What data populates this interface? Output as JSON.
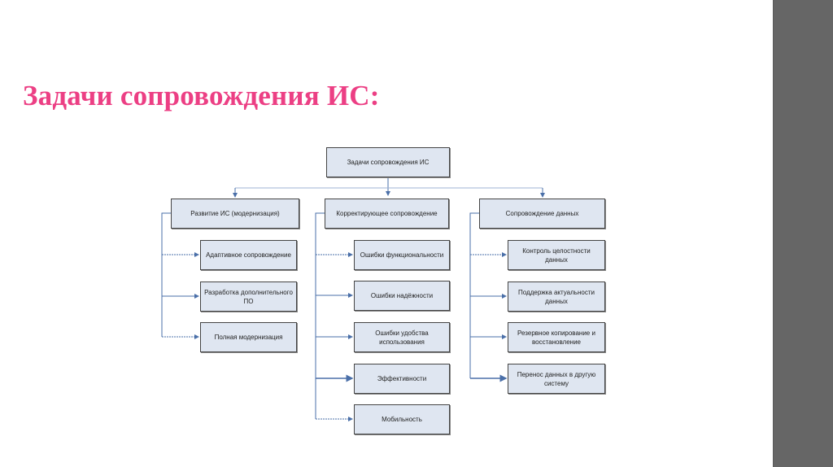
{
  "slide": {
    "title": "Задачи сопровождения ИС:"
  },
  "diagram": {
    "root": "Задачи сопровождения ИС",
    "branches": [
      {
        "label": "Развитие ИС (модернизация)",
        "children": [
          "Адаптивное сопровождение",
          "Разработка дополнительного ПО",
          "Полная модернизация"
        ]
      },
      {
        "label": "Корректирующее сопровождение",
        "children": [
          "Ошибки функциональности",
          "Ошибки надёжности",
          "Ошибки удобства использования",
          "Эффективности",
          "Мобильность"
        ]
      },
      {
        "label": "Сопровождение данных",
        "children": [
          "Контроль целостности данных",
          "Поддержка актуальности данных",
          "Резервное копирование и восстановление",
          "Перенос данных в другую систему"
        ]
      }
    ]
  },
  "colors": {
    "title": "#ec3f84",
    "box_fill": "#dfe6f1",
    "connector": "#4a6fa8",
    "side_bar": "#666666"
  }
}
